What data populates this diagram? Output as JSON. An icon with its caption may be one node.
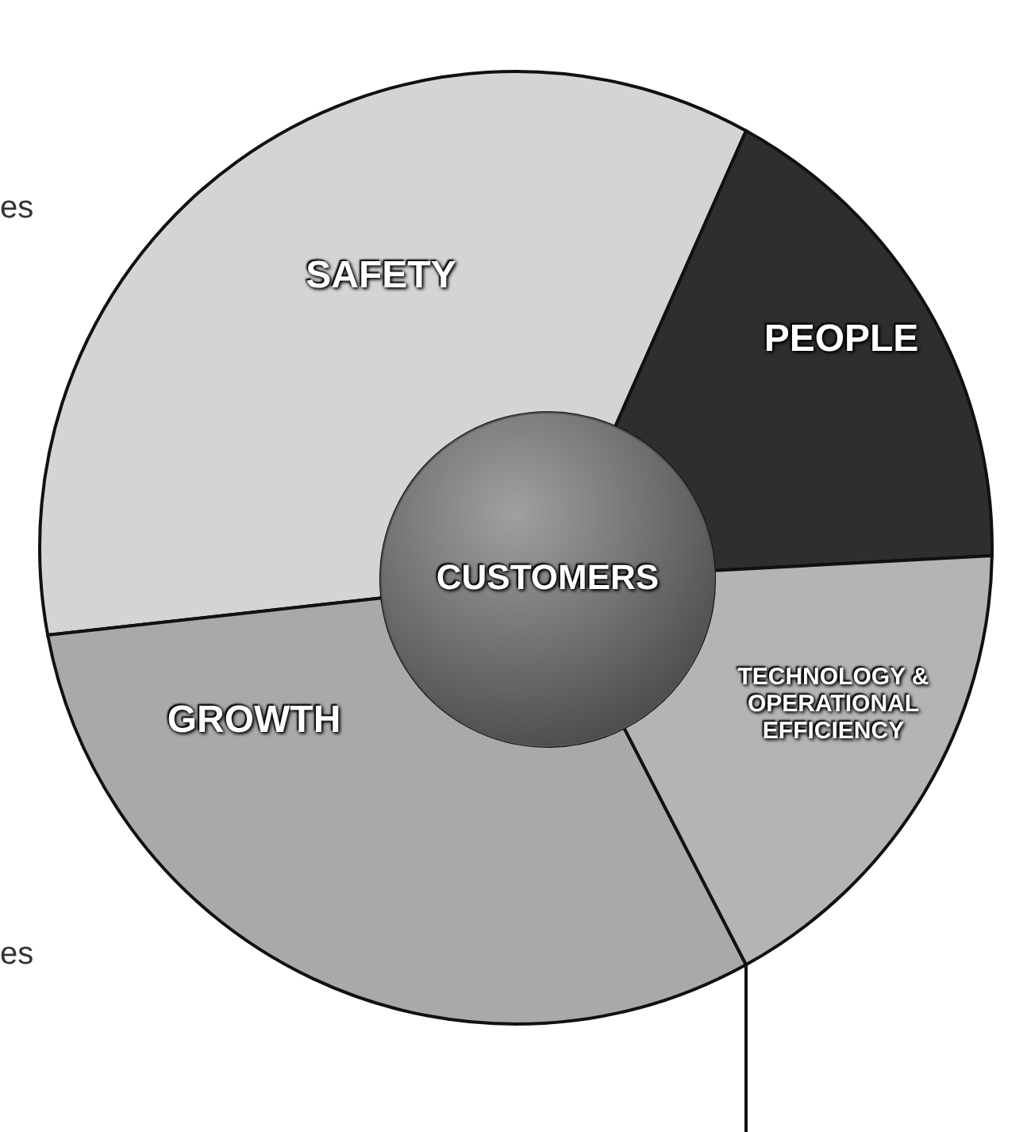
{
  "diagram": {
    "nodes": [
      {
        "text": [
          "SAFETY"
        ]
      },
      {
        "text": [
          "PEOPLE"
        ]
      },
      {
        "text": [
          "GROWTH"
        ]
      },
      {
        "text": [
          "TECHNOLOGY & OPERATIONAL EFFICIENCY"
        ]
      },
      {
        "text": [
          "CUSTOMERS"
        ]
      }
    ],
    "labels": [
      "es",
      "es"
    ]
  }
}
